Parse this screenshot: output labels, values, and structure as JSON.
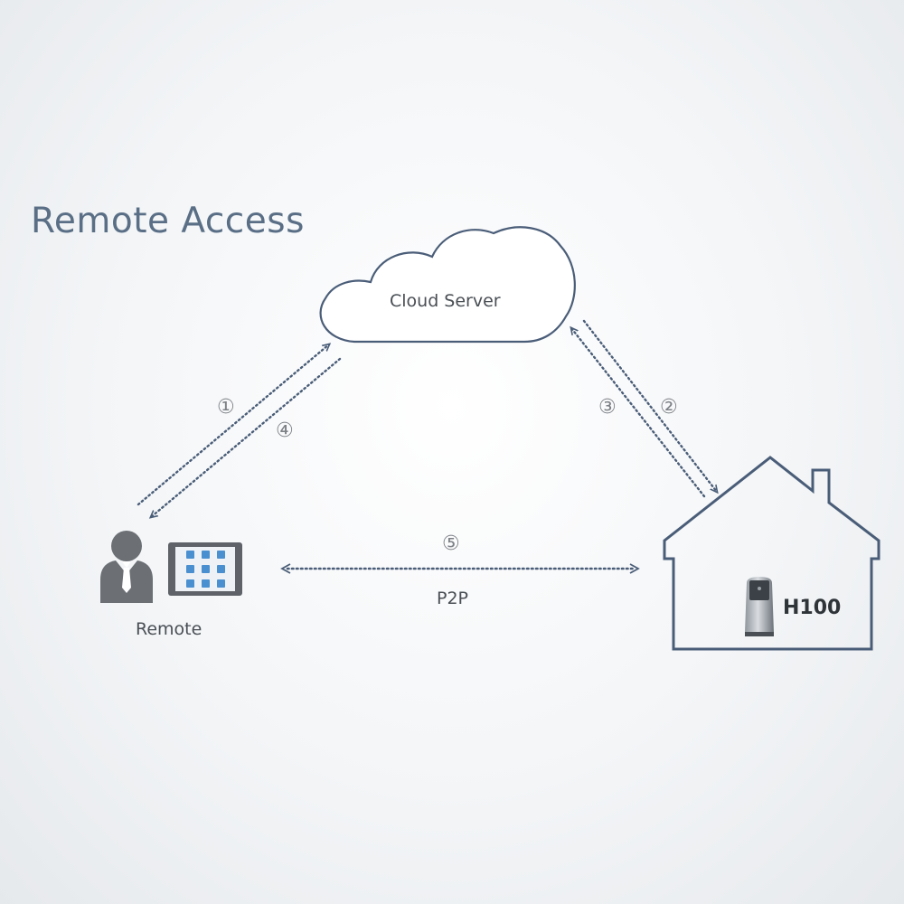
{
  "title": "Remote Access",
  "nodes": {
    "cloud": "Cloud Server",
    "remote": "Remote",
    "device": "H100"
  },
  "connections": {
    "p2p": "P2P"
  },
  "steps": [
    "①",
    "②",
    "③",
    "④",
    "⑤"
  ],
  "colors": {
    "outline": "#4a5d78",
    "dotted": "#4a5d78",
    "title": "#5a6f86"
  }
}
